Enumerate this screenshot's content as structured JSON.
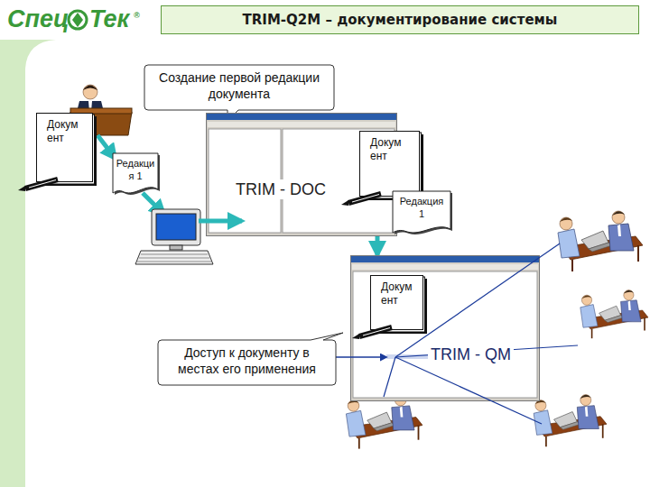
{
  "diagram": {
    "title": "TRIM-Q2M – документирование системы",
    "nodes": [
      {
        "text": [
          "Создание первой редакции документа"
        ]
      },
      {
        "text": [
          "Докум ент"
        ]
      },
      {
        "text": [
          "Редакци я 1"
        ]
      },
      {
        "text": [
          "TRIM - DOC"
        ]
      },
      {
        "text": [
          "Докум ент"
        ]
      },
      {
        "text": [
          "Редакция 1"
        ]
      },
      {
        "text": [
          "TRIM - QM"
        ]
      },
      {
        "text": [
          "Докум ент"
        ],
        "in": 6
      },
      {
        "text": [
          "Доступ к документу в местах его применения"
        ]
      }
    ],
    "edges": [
      {
        "from": 3,
        "to": 6,
        "arrow": "to"
      }
    ],
    "labels": [
      "Спец",
      "Тек",
      "®"
    ]
  }
}
